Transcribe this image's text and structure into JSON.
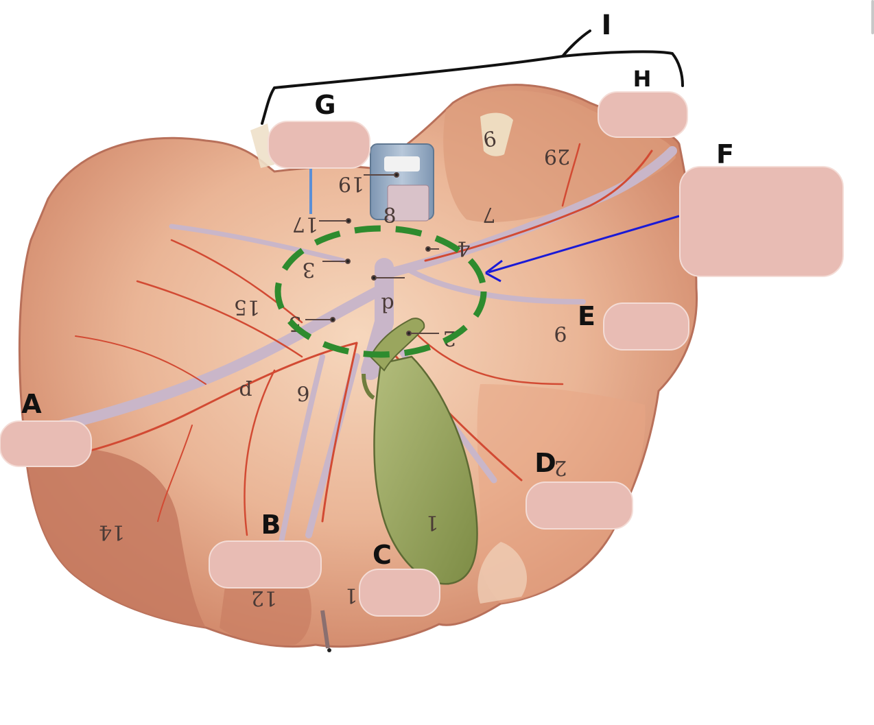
{
  "diagram": {
    "group_label": "I",
    "labels": {
      "A": "A",
      "B": "B",
      "C": "C",
      "D": "D",
      "E": "E",
      "F": "F",
      "G": "G",
      "H": "H"
    },
    "atlas_numbers": [
      "19",
      "8",
      "17",
      "9",
      "29",
      "7",
      "3",
      "4",
      "2",
      "15",
      "5",
      "6",
      "p",
      "9",
      "14",
      "2",
      "12",
      "1",
      "1",
      "d"
    ],
    "colors": {
      "liver_light": "#f2c6a8",
      "liver_mid": "#df9a7c",
      "liver_dark": "#c5735a",
      "gallbladder": "#8c9b55",
      "gallbladder_light": "#b3bd7c",
      "vessel_red": "#d24a33",
      "vein_lilac": "#c9b6c9",
      "vena_cava_blue": "#8fa6bf",
      "dashed_circle": "#2e8b2e",
      "arrow_blue": "#1a1ad6",
      "leader_blue": "#5b8fd6",
      "answer_box": "#e8bcb4"
    }
  }
}
